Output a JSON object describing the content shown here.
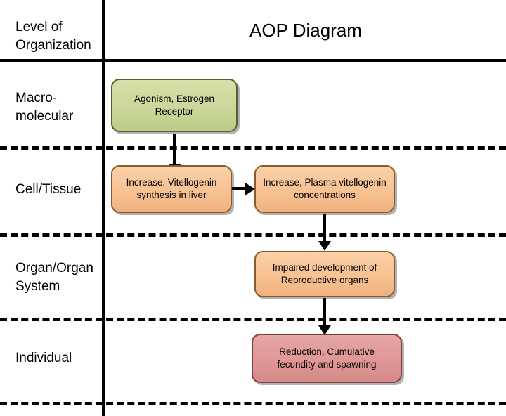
{
  "header": {
    "level_label": "Level of\nOrganization",
    "title": "AOP Diagram"
  },
  "colors": {
    "macromolecular_node": "#cbd79a",
    "cell_tissue_node": "#f8c293",
    "organ_node": "#f8c293",
    "individual_node": "#e09797",
    "line": "#000000",
    "background": "#ffffff"
  },
  "rows": [
    {
      "id": "macromolecular",
      "label": "Macro-\nmolecular"
    },
    {
      "id": "cell-tissue",
      "label": "Cell/Tissue"
    },
    {
      "id": "organ-organ-system",
      "label": "Organ/Organ\nSystem"
    },
    {
      "id": "individual",
      "label": "Individual"
    }
  ],
  "nodes": [
    {
      "id": "molecular-initiating-event",
      "row": "macromolecular",
      "text": "Agonism, Estrogen Receptor",
      "color": "green"
    },
    {
      "id": "key-event-vitellogenin-synthesis",
      "row": "cell-tissue",
      "text": "Increase, Vitellogenin synthesis in liver",
      "color": "orange"
    },
    {
      "id": "key-event-plasma-vitellogenin",
      "row": "cell-tissue",
      "text": "Increase, Plasma vitellogenin concentrations",
      "color": "orange"
    },
    {
      "id": "key-event-impaired-development",
      "row": "organ-organ-system",
      "text": "Impaired development of Reproductive organs",
      "color": "orange"
    },
    {
      "id": "adverse-outcome-fecundity",
      "row": "individual",
      "text": "Reduction, Cumulative fecundity and spawning",
      "color": "pink"
    }
  ],
  "edges": [
    {
      "id": "edge-mie-to-vtg-synthesis",
      "direction": "down"
    },
    {
      "id": "edge-vtg-synthesis-to-plasma-vtg",
      "direction": "right"
    },
    {
      "id": "edge-plasma-vtg-to-impaired-development",
      "direction": "down"
    },
    {
      "id": "edge-impaired-development-to-fecundity",
      "direction": "down"
    }
  ]
}
